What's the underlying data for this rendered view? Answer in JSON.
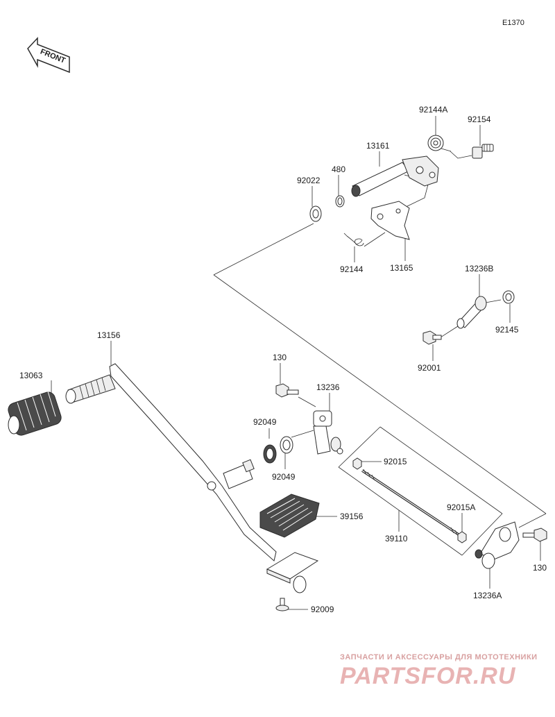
{
  "diagram": {
    "code": "E1370",
    "front_label": "FRONT",
    "parts": {
      "p92144A": "92144A",
      "p92154": "92154",
      "p13161": "13161",
      "p480": "480",
      "p92022": "92022",
      "p92144": "92144",
      "p13165": "13165",
      "p13236B": "13236B",
      "p92145": "92145",
      "p92001": "92001",
      "p13156": "13156",
      "p13063": "13063",
      "p130_top": "130",
      "p13236": "13236",
      "p92049_a": "92049",
      "p92049_b": "92049",
      "p92015": "92015",
      "p92015A": "92015A",
      "p39156": "39156",
      "p39110": "39110",
      "p130_right": "130",
      "p13236A": "13236A",
      "p92009": "92009"
    }
  },
  "watermark": {
    "tagline": "ЗАПЧАСТИ И АКСЕССУАРЫ ДЛЯ МОТОТЕХНИКИ",
    "logo": "PARTSFOR.RU"
  }
}
